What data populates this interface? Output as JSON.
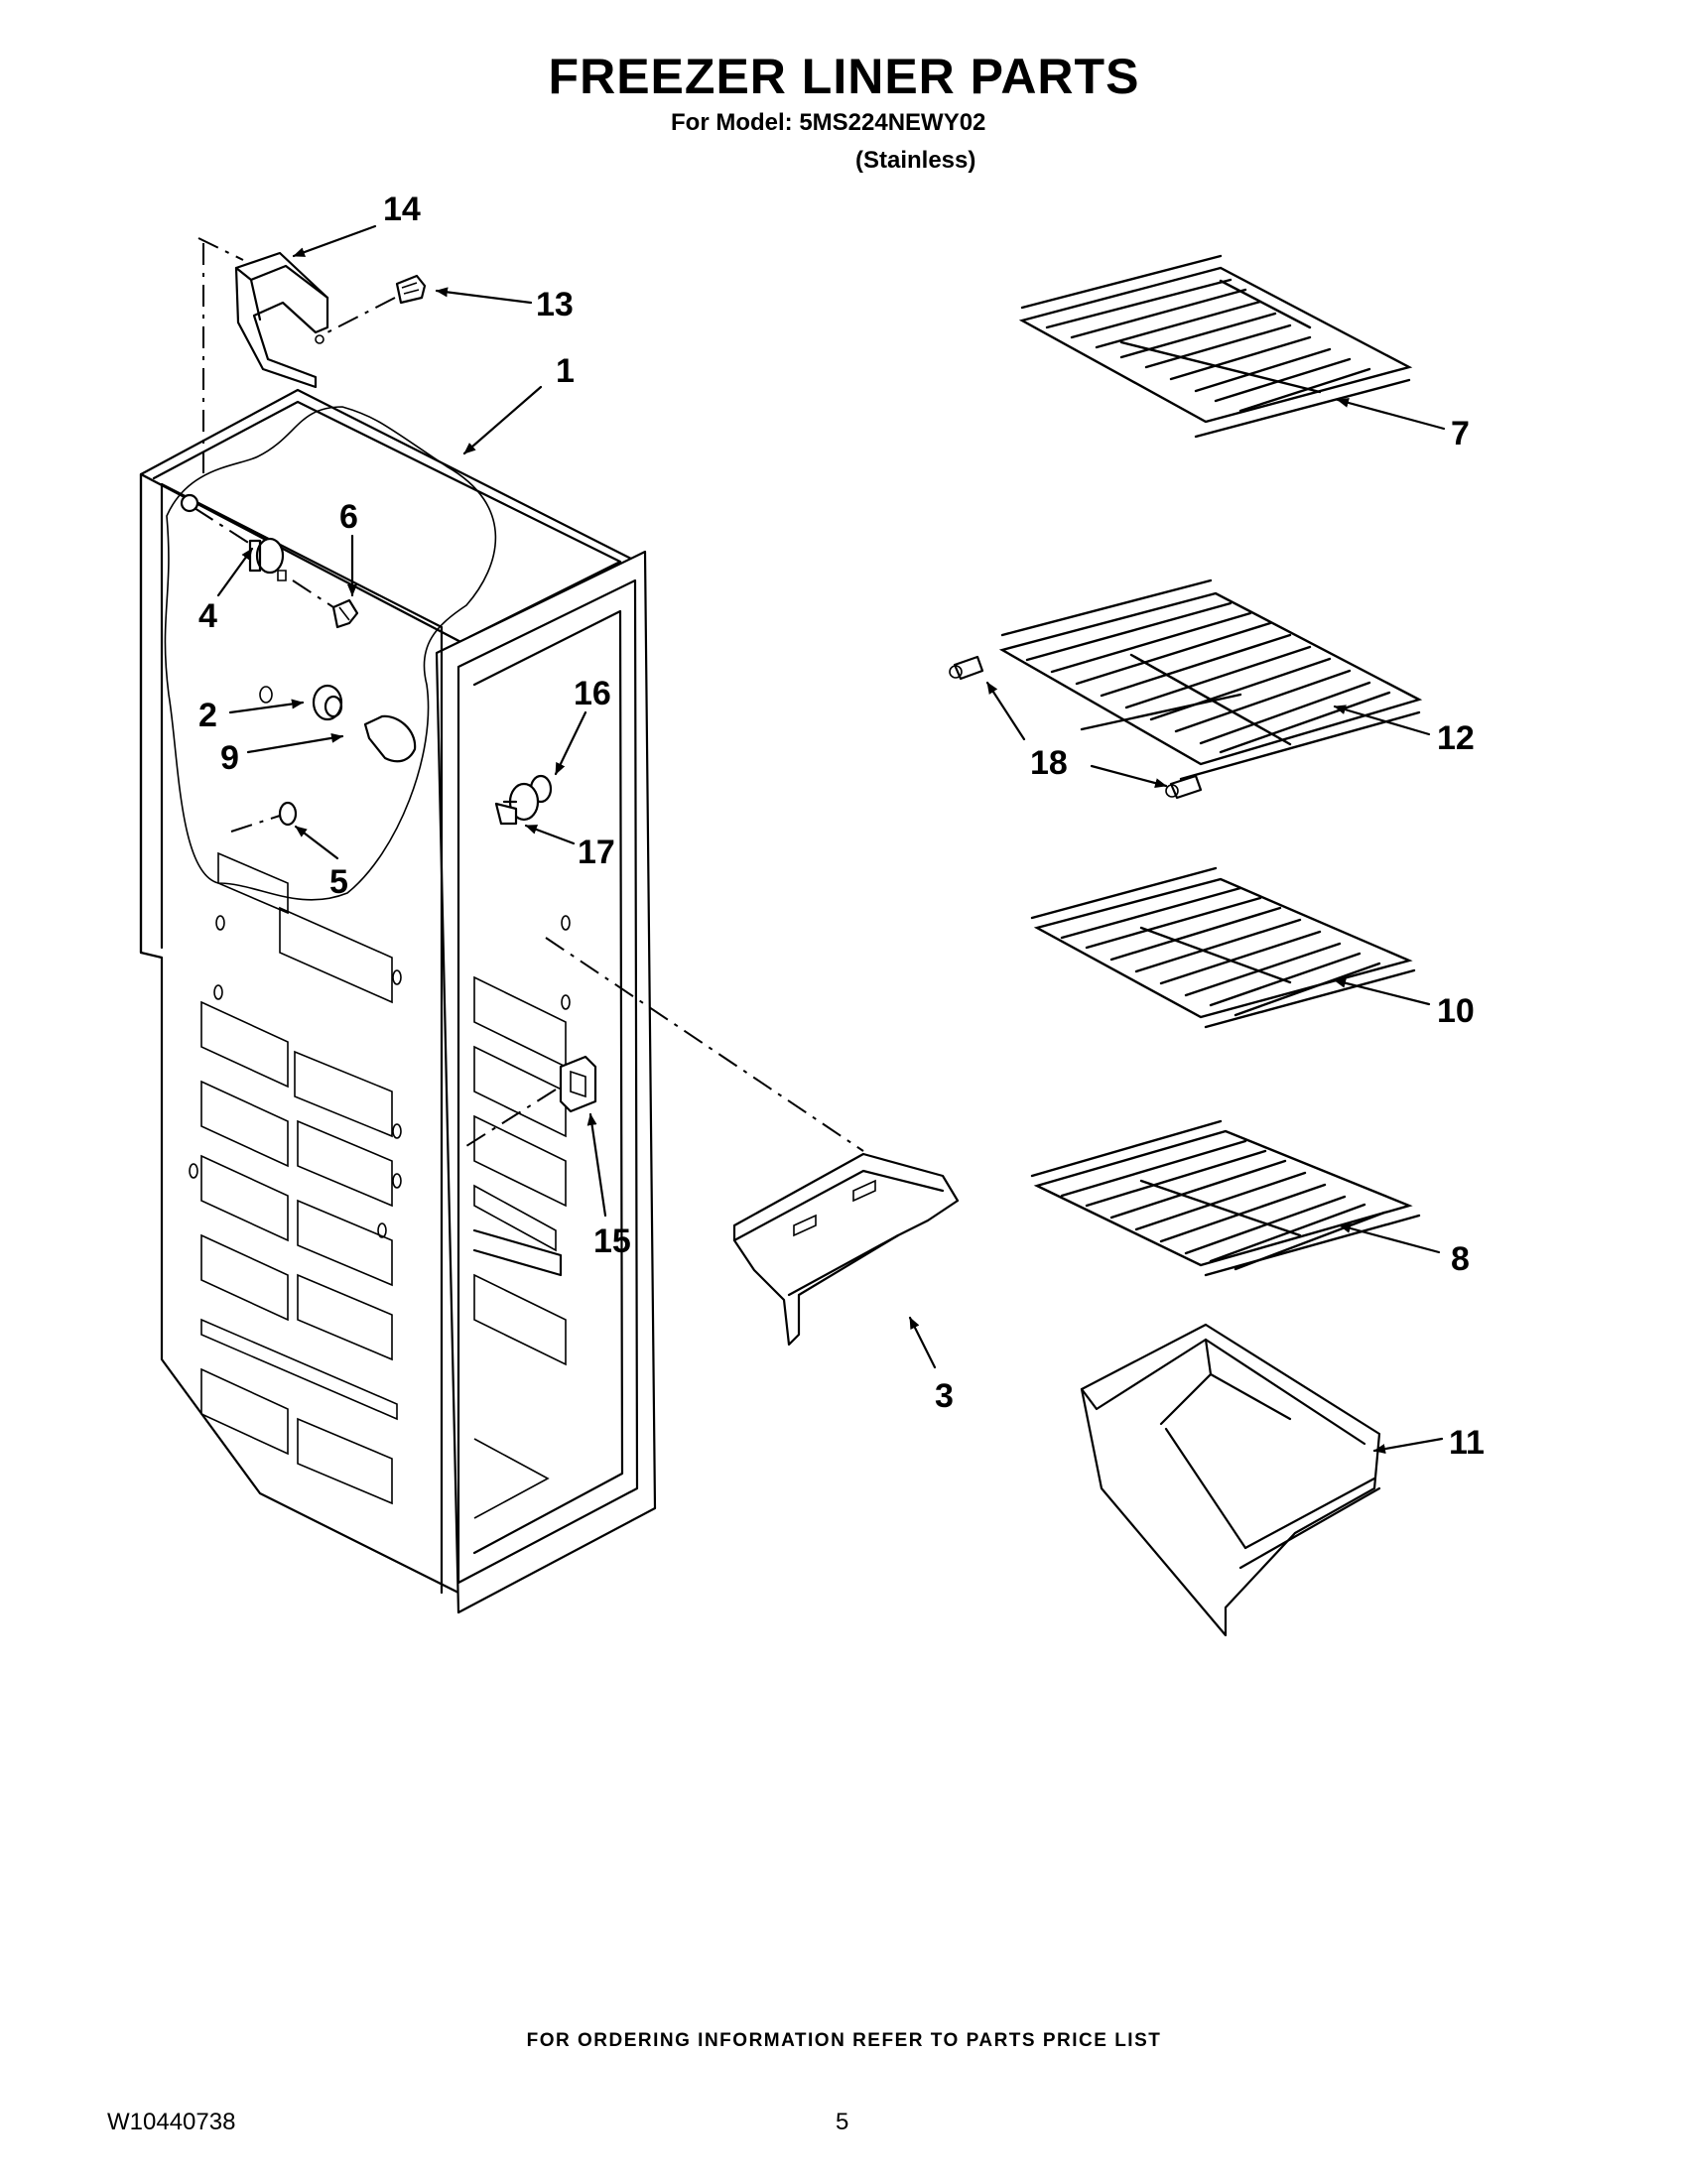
{
  "header": {
    "title": "FREEZER LINER PARTS",
    "model_line": "For Model: 5MS224NEWY02",
    "variant": "(Stainless)"
  },
  "callouts": [
    "1",
    "2",
    "3",
    "4",
    "5",
    "6",
    "7",
    "8",
    "9",
    "10",
    "11",
    "12",
    "13",
    "14",
    "15",
    "16",
    "17",
    "18"
  ],
  "footer": {
    "ordering_note": "FOR ORDERING INFORMATION REFER TO PARTS PRICE LIST",
    "doc_number": "W10440738",
    "page_number": "5"
  }
}
